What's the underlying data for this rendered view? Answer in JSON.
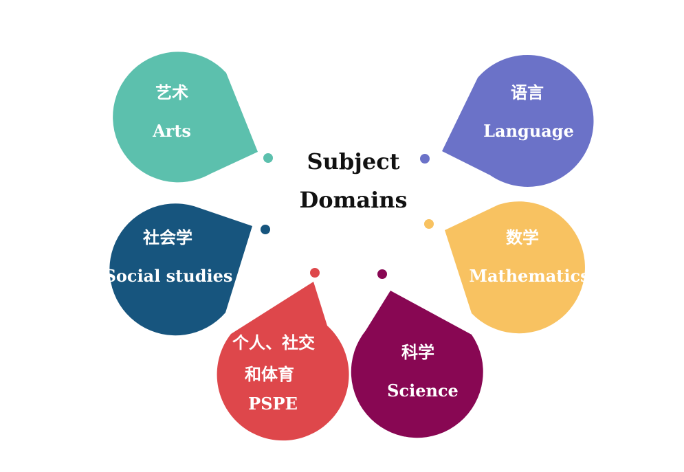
{
  "center": {
    "line1": "Subject",
    "line2": "Domains"
  },
  "domains": {
    "arts": {
      "zh": "艺术",
      "en": "Arts",
      "color": "#5cc0ad"
    },
    "language": {
      "zh": "语言",
      "en": "Language",
      "color": "#6b72c8"
    },
    "social": {
      "zh": "社会学",
      "en": "Social studies",
      "color": "#17557e"
    },
    "math": {
      "zh": "数学",
      "en": "Mathematics",
      "color": "#f8c261"
    },
    "pspe": {
      "zh1": "个人、社交",
      "zh2": "和体育",
      "en": "PSPE",
      "color": "#de474b"
    },
    "science": {
      "zh": "科学",
      "en": "Science",
      "color": "#880753"
    }
  }
}
